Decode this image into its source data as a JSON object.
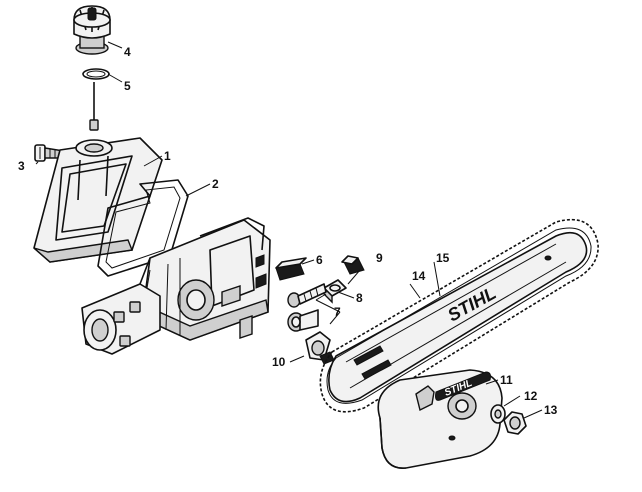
{
  "brand": "STIHL",
  "callouts": [
    {
      "id": "c1",
      "label": "1"
    },
    {
      "id": "c2",
      "label": "2"
    },
    {
      "id": "c3",
      "label": "3"
    },
    {
      "id": "c4",
      "label": "4"
    },
    {
      "id": "c5",
      "label": "5"
    },
    {
      "id": "c6",
      "label": "6"
    },
    {
      "id": "c7",
      "label": "7"
    },
    {
      "id": "c8",
      "label": "8"
    },
    {
      "id": "c9",
      "label": "9"
    },
    {
      "id": "c10",
      "label": "10"
    },
    {
      "id": "c11",
      "label": "11"
    },
    {
      "id": "c12",
      "label": "12"
    },
    {
      "id": "c13",
      "label": "13"
    },
    {
      "id": "c14",
      "label": "14"
    },
    {
      "id": "c15",
      "label": "15"
    }
  ]
}
